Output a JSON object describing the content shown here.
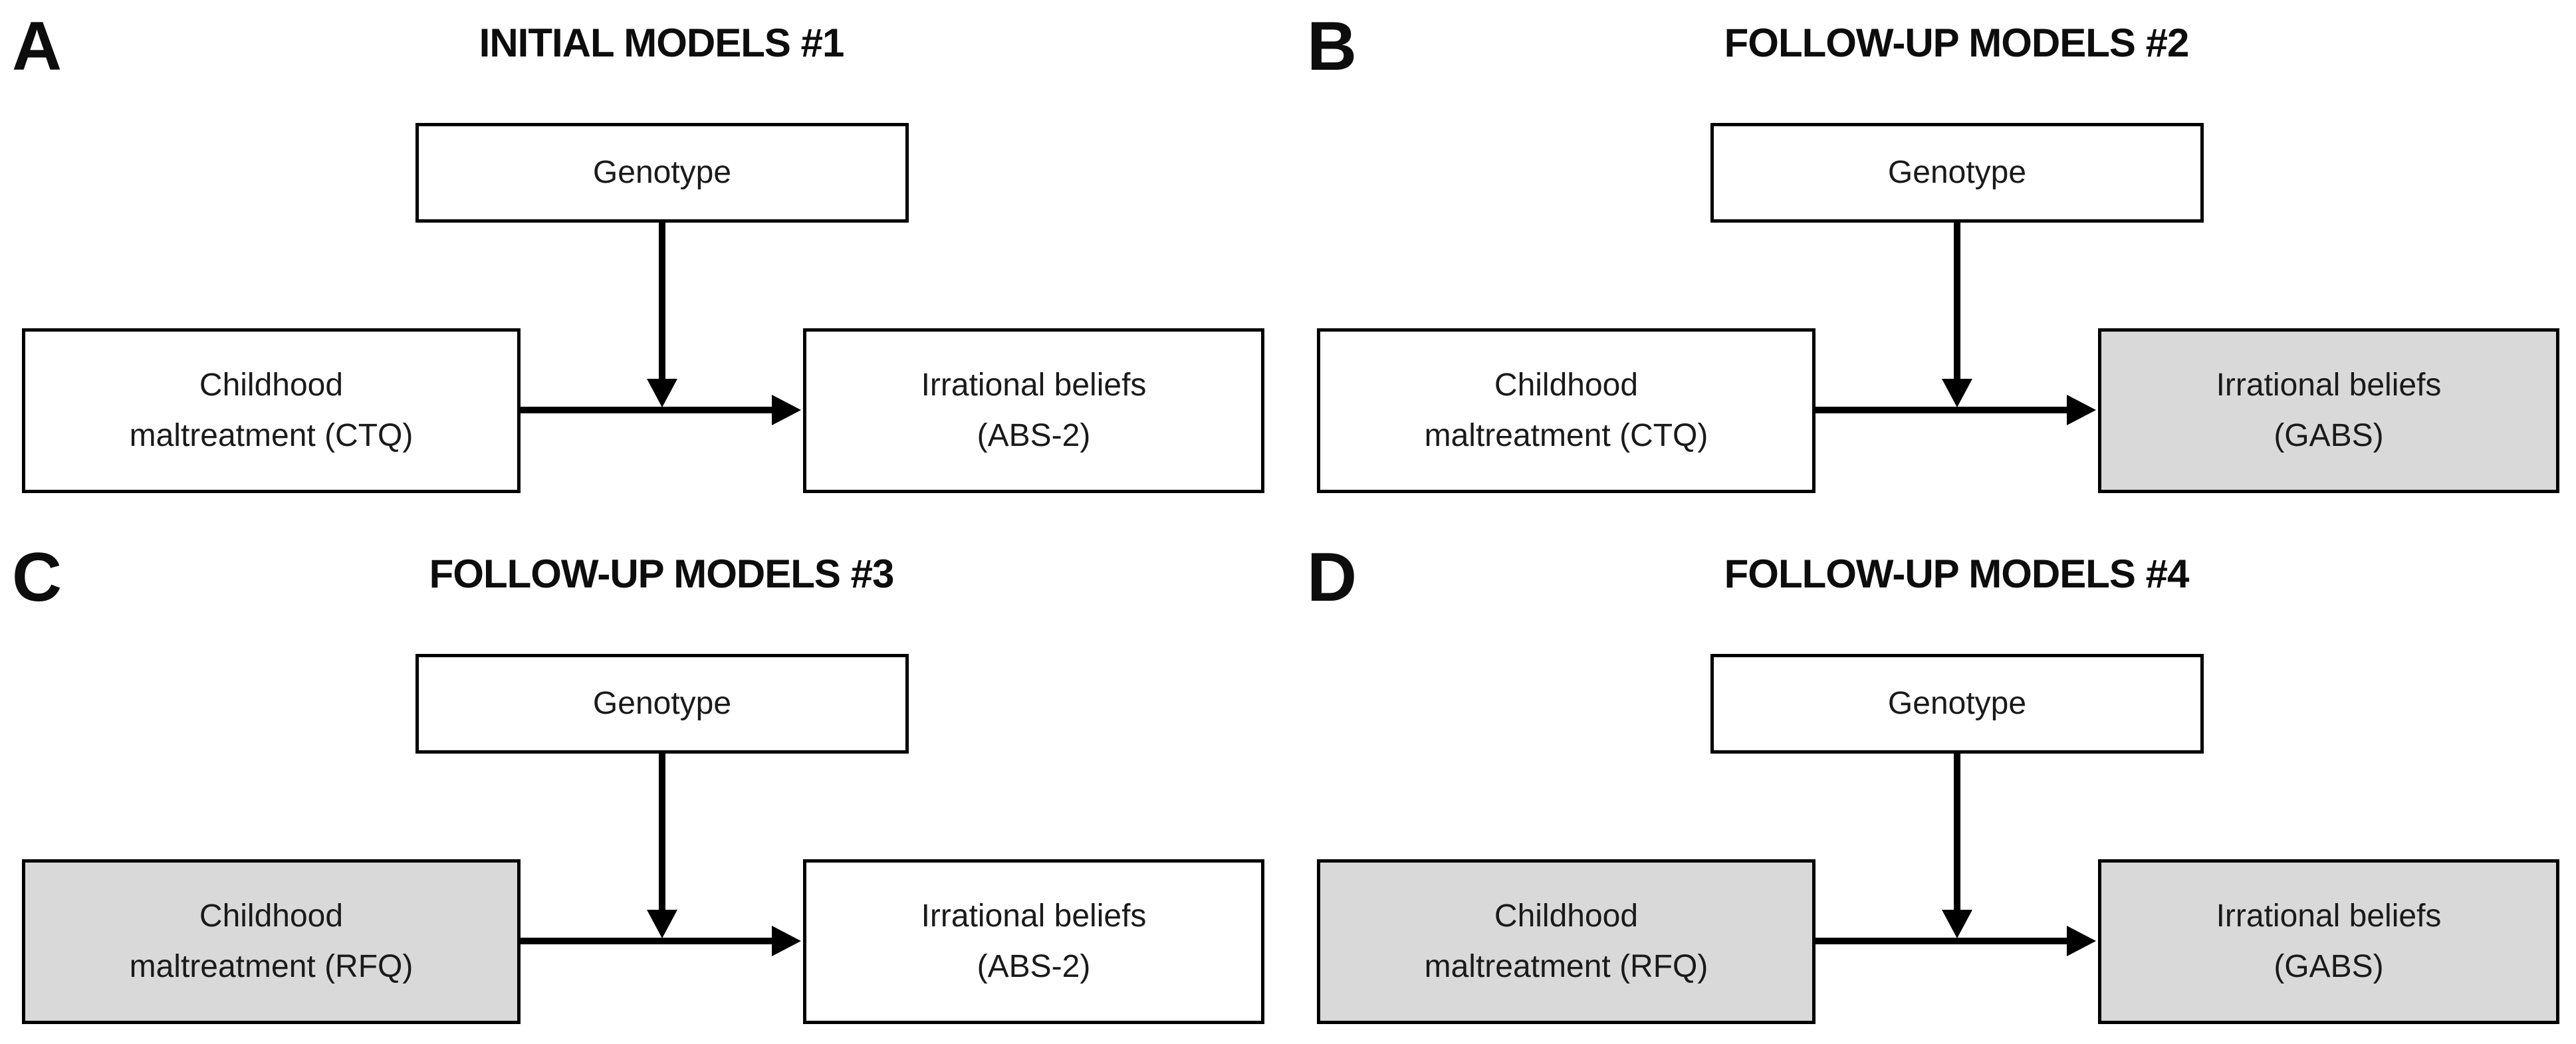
{
  "figure": {
    "colors": {
      "shaded_box_fill": "#d9d9d9",
      "plain_box_fill": "#ffffff",
      "line_color": "#000000",
      "text_color": "#1a1a1a",
      "background": "#ffffff"
    },
    "panels": [
      {
        "letter": "A",
        "title": "INITIAL MODELS #1",
        "genotype": {
          "label": "Genotype",
          "fill": "plain"
        },
        "predictor": {
          "line1": "Childhood",
          "line2": "maltreatment (CTQ)",
          "fill": "plain"
        },
        "outcome": {
          "line1": "Irrational beliefs",
          "line2": "(ABS-2)",
          "fill": "plain"
        }
      },
      {
        "letter": "B",
        "title": "FOLLOW-UP MODELS #2",
        "genotype": {
          "label": "Genotype",
          "fill": "plain"
        },
        "predictor": {
          "line1": "Childhood",
          "line2": "maltreatment (CTQ)",
          "fill": "plain"
        },
        "outcome": {
          "line1": "Irrational beliefs",
          "line2": "(GABS)",
          "fill": "shaded"
        }
      },
      {
        "letter": "C",
        "title": "FOLLOW-UP MODELS #3",
        "genotype": {
          "label": "Genotype",
          "fill": "plain"
        },
        "predictor": {
          "line1": "Childhood",
          "line2": "maltreatment (RFQ)",
          "fill": "shaded"
        },
        "outcome": {
          "line1": "Irrational beliefs",
          "line2": "(ABS-2)",
          "fill": "plain"
        }
      },
      {
        "letter": "D",
        "title": "FOLLOW-UP MODELS #4",
        "genotype": {
          "label": "Genotype",
          "fill": "plain"
        },
        "predictor": {
          "line1": "Childhood",
          "line2": "maltreatment (RFQ)",
          "fill": "shaded"
        },
        "outcome": {
          "line1": "Irrational beliefs",
          "line2": "(GABS)",
          "fill": "shaded"
        }
      }
    ]
  }
}
